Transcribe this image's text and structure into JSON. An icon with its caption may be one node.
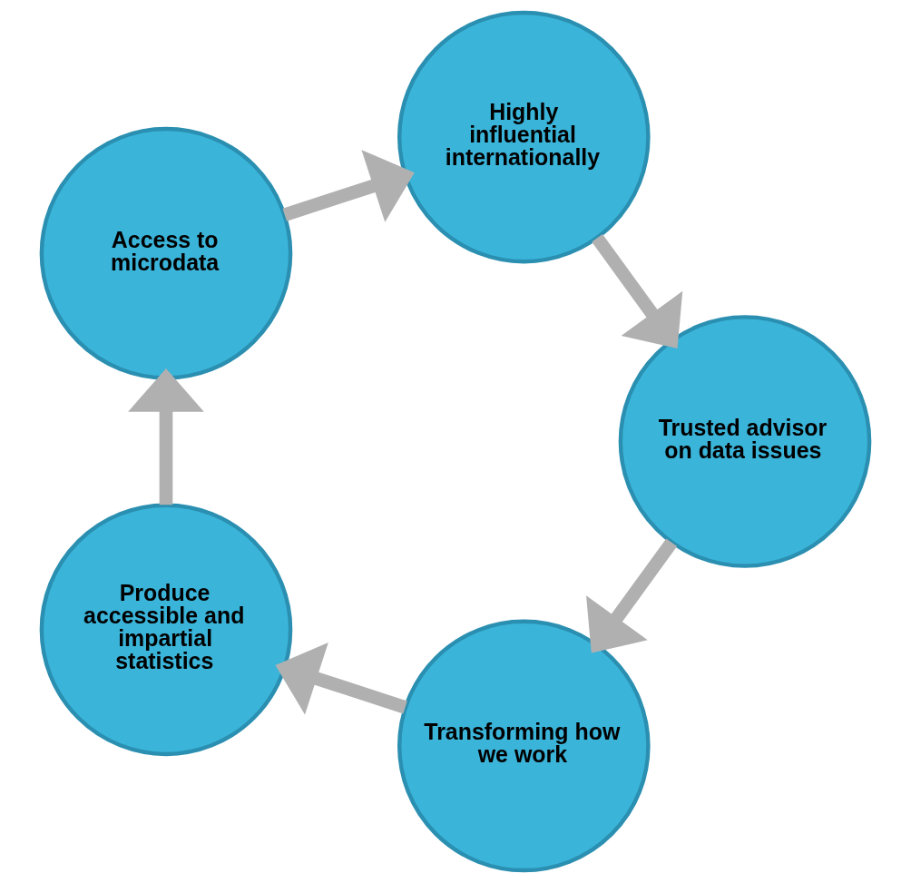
{
  "diagram": {
    "nodes": [
      {
        "text": [
          "Transforming how we work"
        ]
      },
      {
        "text": [
          "Produce accessible and impartial statistics"
        ]
      },
      {
        "text": [
          "Access to microdata"
        ]
      },
      {
        "text": [
          "Highly influential internationally"
        ]
      },
      {
        "text": [
          "Trusted advisor on data issues"
        ]
      }
    ],
    "edges": [
      {
        "from": 0,
        "to": 1,
        "arrow": "to"
      },
      {
        "from": 1,
        "to": 2,
        "arrow": "to"
      },
      {
        "from": 2,
        "to": 3,
        "arrow": "to"
      },
      {
        "from": 3,
        "to": 4,
        "arrow": "to"
      },
      {
        "from": 4,
        "to": 0,
        "arrow": "to"
      }
    ]
  }
}
